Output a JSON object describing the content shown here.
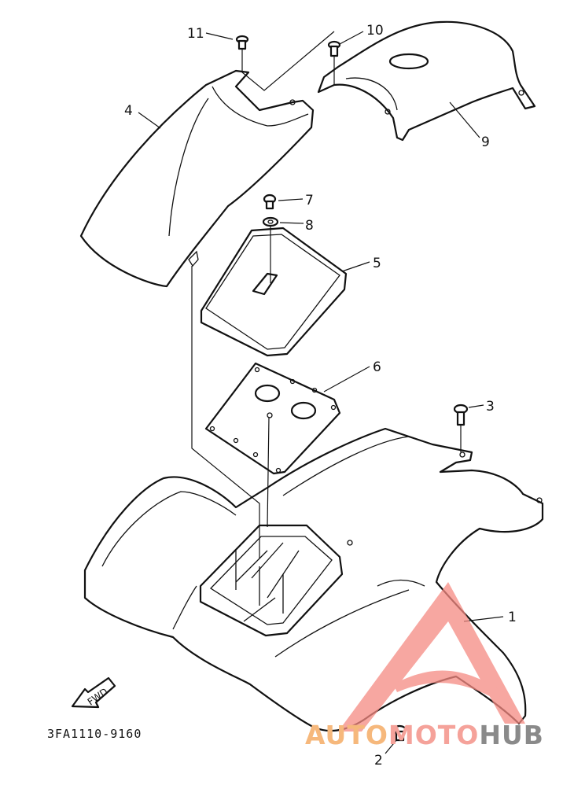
{
  "diagram": {
    "callouts": [
      {
        "id": "c11",
        "label": "11"
      },
      {
        "id": "c10",
        "label": "10"
      },
      {
        "id": "c4",
        "label": "4"
      },
      {
        "id": "c9",
        "label": "9"
      },
      {
        "id": "c7",
        "label": "7"
      },
      {
        "id": "c8",
        "label": "8"
      },
      {
        "id": "c5",
        "label": "5"
      },
      {
        "id": "c6",
        "label": "6"
      },
      {
        "id": "c3",
        "label": "3"
      },
      {
        "id": "c1",
        "label": "1"
      },
      {
        "id": "c2",
        "label": "2"
      }
    ],
    "fwd_label": "FWD",
    "drawing_code": "3FA1110-9160"
  },
  "watermark": {
    "part1": "AUTO",
    "part2": "MOTO",
    "part3": "HUB",
    "colors": {
      "auto": "#f6b87c",
      "moto": "#f5a29a",
      "hub": "#8a8a8a",
      "logo": "#f58a82"
    }
  }
}
